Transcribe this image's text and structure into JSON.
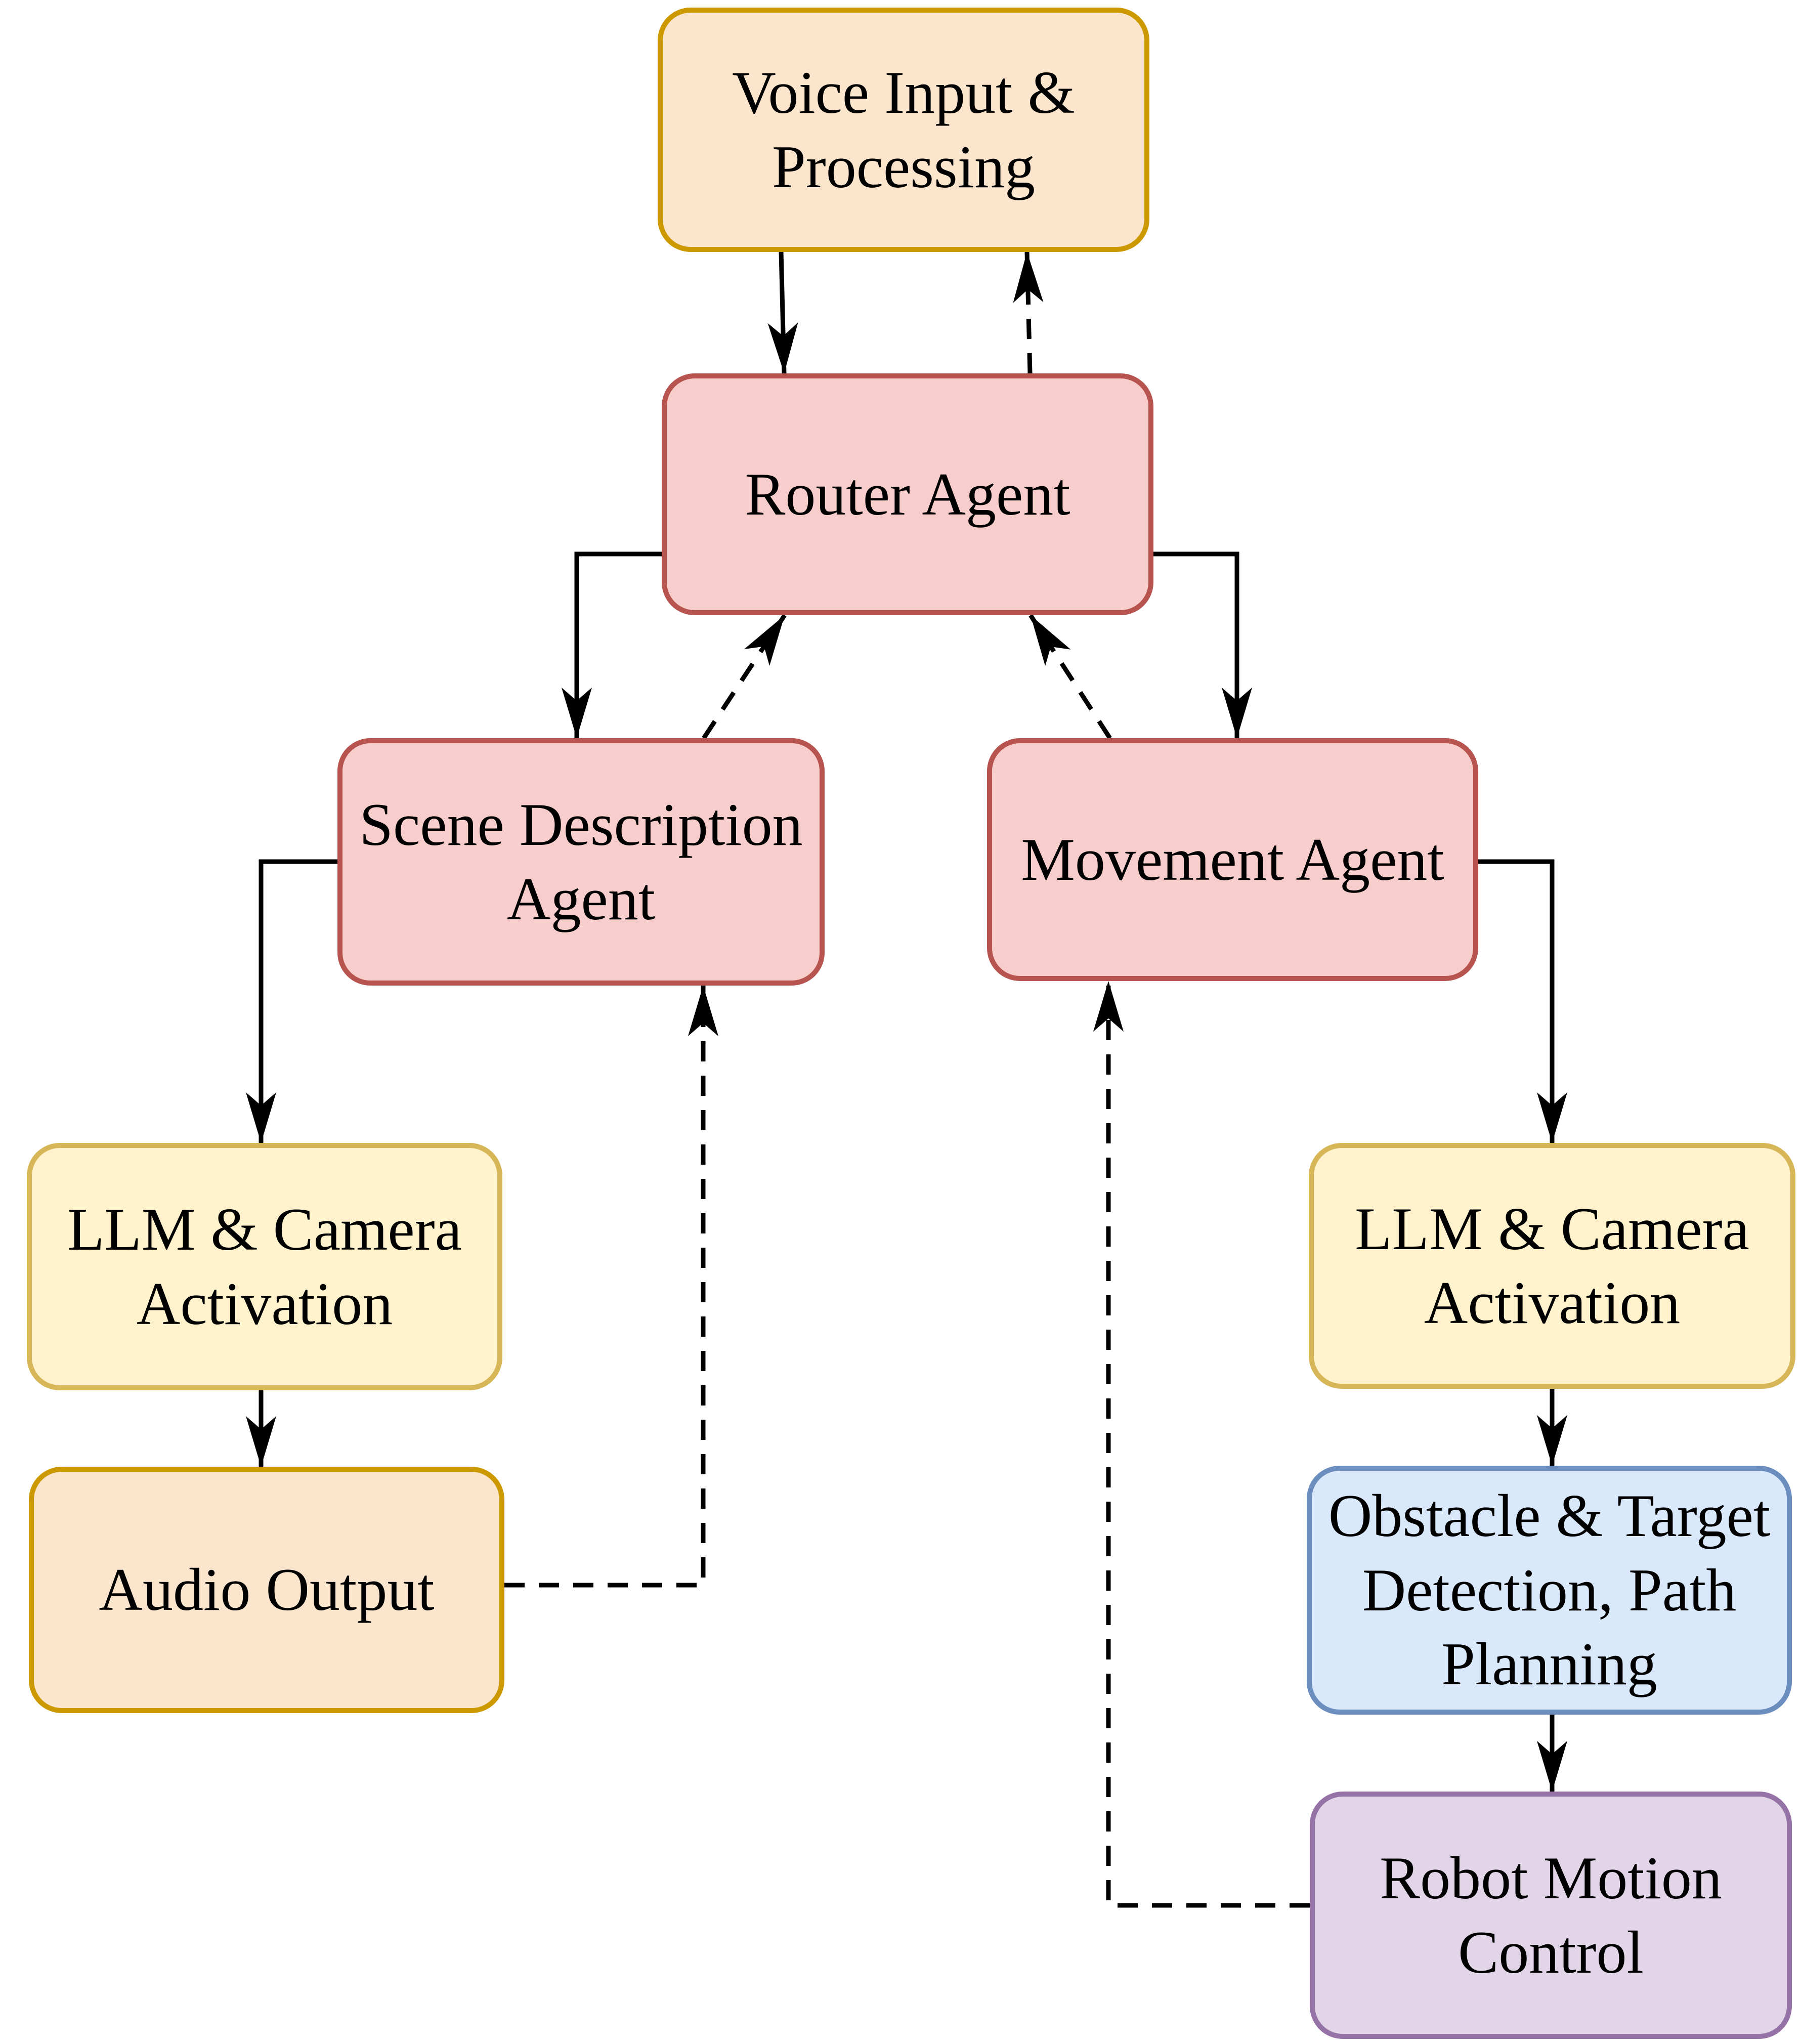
{
  "diagram": {
    "background_color": "#FFFFFF",
    "edge_color": "#000000",
    "nodes": {
      "voice_input": {
        "lines": [
          "Voice Input &",
          "Processing"
        ],
        "fill": "#FCE5CD",
        "border": "#CC9900"
      },
      "router": {
        "lines": [
          "Router Agent"
        ],
        "fill": "#F8CECC",
        "border": "#B85450"
      },
      "scene_agent": {
        "lines": [
          "Scene Description",
          "Agent"
        ],
        "fill": "#F8CECC",
        "border": "#B85450"
      },
      "movement_agent": {
        "lines": [
          "Movement Agent"
        ],
        "fill": "#F8CECC",
        "border": "#B85450"
      },
      "llm_camera_left": {
        "lines": [
          "LLM & Camera",
          "Activation"
        ],
        "fill": "#FFF2CC",
        "border": "#D6B656"
      },
      "audio_output": {
        "lines": [
          "Audio Output"
        ],
        "fill": "#FCE5CD",
        "border": "#CC9900"
      },
      "llm_camera_right": {
        "lines": [
          "LLM & Camera",
          "Activation"
        ],
        "fill": "#FFF2CC",
        "border": "#D6B656"
      },
      "obstacle_detection": {
        "lines": [
          "Obstacle & Target",
          "Detection, Path",
          "Planning"
        ],
        "fill": "#DAE8FC",
        "border": "#6C8EBF"
      },
      "robot_motion": {
        "lines": [
          "Robot Motion",
          "Control"
        ],
        "fill": "#E1D5E7",
        "border": "#9673A6"
      }
    },
    "edges": [
      {
        "from": "voice_input",
        "to": "router",
        "style": "solid"
      },
      {
        "from": "router",
        "to": "voice_input",
        "style": "dashed"
      },
      {
        "from": "router",
        "to": "scene_agent",
        "style": "solid"
      },
      {
        "from": "scene_agent",
        "to": "router",
        "style": "dashed"
      },
      {
        "from": "router",
        "to": "movement_agent",
        "style": "solid"
      },
      {
        "from": "movement_agent",
        "to": "router",
        "style": "dashed"
      },
      {
        "from": "scene_agent",
        "to": "llm_camera_left",
        "style": "solid"
      },
      {
        "from": "llm_camera_left",
        "to": "audio_output",
        "style": "solid"
      },
      {
        "from": "audio_output",
        "to": "scene_agent",
        "style": "dashed"
      },
      {
        "from": "movement_agent",
        "to": "llm_camera_right",
        "style": "solid"
      },
      {
        "from": "llm_camera_right",
        "to": "obstacle_detection",
        "style": "solid"
      },
      {
        "from": "obstacle_detection",
        "to": "robot_motion",
        "style": "solid"
      },
      {
        "from": "robot_motion",
        "to": "movement_agent",
        "style": "dashed"
      }
    ]
  }
}
